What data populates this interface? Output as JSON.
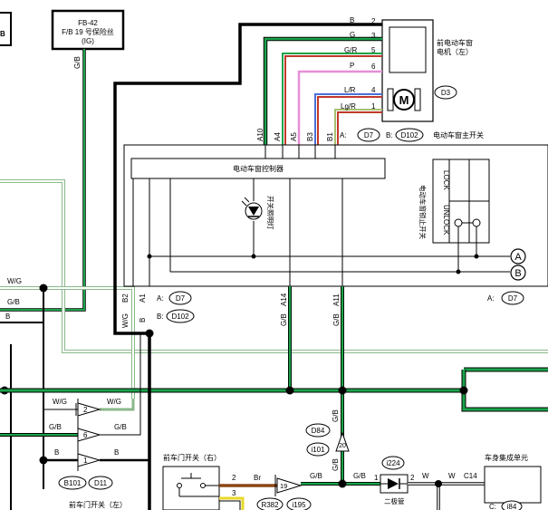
{
  "fuse": {
    "line1": "FB-42",
    "line2": "F/B 19 号保险丝",
    "line3": "(IG)",
    "left_edge": "B"
  },
  "motor": {
    "label1": "前电动车窗",
    "label2": "电机（左）",
    "connector": "D3",
    "symbol": "M",
    "pins": [
      "2",
      "3",
      "5",
      "6",
      "4",
      "1"
    ],
    "wires": [
      "B",
      "G",
      "G/R",
      "P",
      "L/R",
      "Lg/R"
    ]
  },
  "main_switch": {
    "title": "电动车窗主开关",
    "conn_a": "A:",
    "conn_a_id": "D7",
    "conn_b": "B:",
    "conn_b_id": "D102",
    "controller": "电动车窗控制器",
    "light": "开关照明灯",
    "lock_switch": "电动车窗锁止开关",
    "lock": "LOCK",
    "unlock": "UNLOCK",
    "top_pins": [
      "A10",
      "A4",
      "A5",
      "B3",
      "B1"
    ],
    "bottom_pins": [
      "B2",
      "A1",
      "A14",
      "A11"
    ],
    "ground_a": "A",
    "ground_b": "B"
  },
  "wires": {
    "fuse_out": "G/B",
    "wg": "W/G",
    "gb": "G/B",
    "b": "B",
    "a14": "G/B",
    "a11": "G/B",
    "b2": "W/G",
    "a1": "B"
  },
  "conn_left": {
    "a": "A:",
    "a_id": "D7",
    "b": "B:",
    "b_id": "D102"
  },
  "conn_right": {
    "a": "A:",
    "a_id": "D7"
  },
  "connector_block": {
    "pins": [
      "2",
      "6",
      "1"
    ],
    "wires_left": [
      "W/G",
      "G/B",
      "B"
    ],
    "wires_right": [
      "W/G",
      "G/B",
      "B"
    ],
    "ids": [
      "B101",
      "D11"
    ],
    "label": "前车门开关（左）"
  },
  "junction": {
    "ids": [
      "D84",
      "i101"
    ],
    "pin": "20",
    "wire": "G/B"
  },
  "door_switch_right": {
    "label": "前车门开关（右）",
    "pins": [
      "2",
      "3"
    ],
    "wire": "Br",
    "conn_pin": "19",
    "ids": [
      "R382",
      "i195"
    ],
    "wire_out": "G/B"
  },
  "diode": {
    "id": "i224",
    "pins": [
      "1",
      "2"
    ],
    "label": "二极管",
    "wire_in": "G/B",
    "wire_out": "W"
  },
  "body_unit": {
    "label": "车身集成单元",
    "wire": "W",
    "pin": "C14",
    "id": "i84",
    "prefix": "C:"
  }
}
